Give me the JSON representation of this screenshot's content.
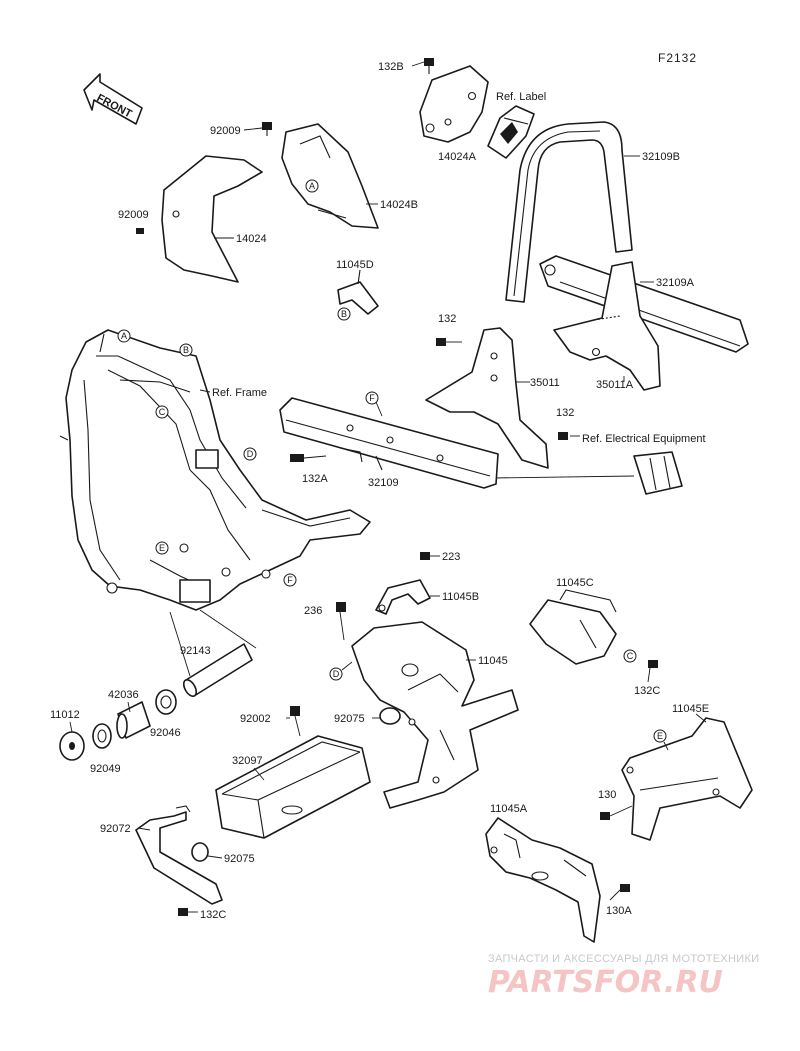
{
  "diagram_code": "F2132",
  "front_label": "FRONT",
  "labels": {
    "p132B": "132B",
    "ref_label": "Ref. Label",
    "p14024A": "14024A",
    "p32109B": "32109B",
    "p92009_top": "92009",
    "p14024B": "14024B",
    "p92009_left": "92009",
    "p14024": "14024",
    "p11045D": "11045D",
    "p32109A": "32109A",
    "p132_top": "132",
    "p35011": "35011",
    "p35011A": "35011A",
    "ref_frame": "Ref. Frame",
    "p132_mid": "132",
    "ref_electrical": "Ref. Electrical Equipment",
    "p132A": "132A",
    "p32109": "32109",
    "p223": "223",
    "p11045B": "11045B",
    "p11045C": "11045C",
    "p236": "236",
    "p11045": "11045",
    "p92143": "92143",
    "p132C_right": "132C",
    "p42036": "42036",
    "p11012": "11012",
    "p92046": "92046",
    "p92049": "92049",
    "p92002": "92002",
    "p92075_mid": "92075",
    "p11045E": "11045E",
    "p32097": "32097",
    "p130": "130",
    "p92072": "92072",
    "p92075_low": "92075",
    "p11045A": "11045A",
    "p132C_low": "132C",
    "p130A": "130A"
  },
  "ref_circles": {
    "A": "A",
    "B": "B",
    "C": "C",
    "D": "D",
    "E": "E",
    "F": "F"
  },
  "watermark": {
    "tagline": "ЗАПЧАСТИ И АКСЕССУАРЫ ДЛЯ МОТОТЕХНИКИ",
    "logo": "PARTSFOR.RU"
  }
}
